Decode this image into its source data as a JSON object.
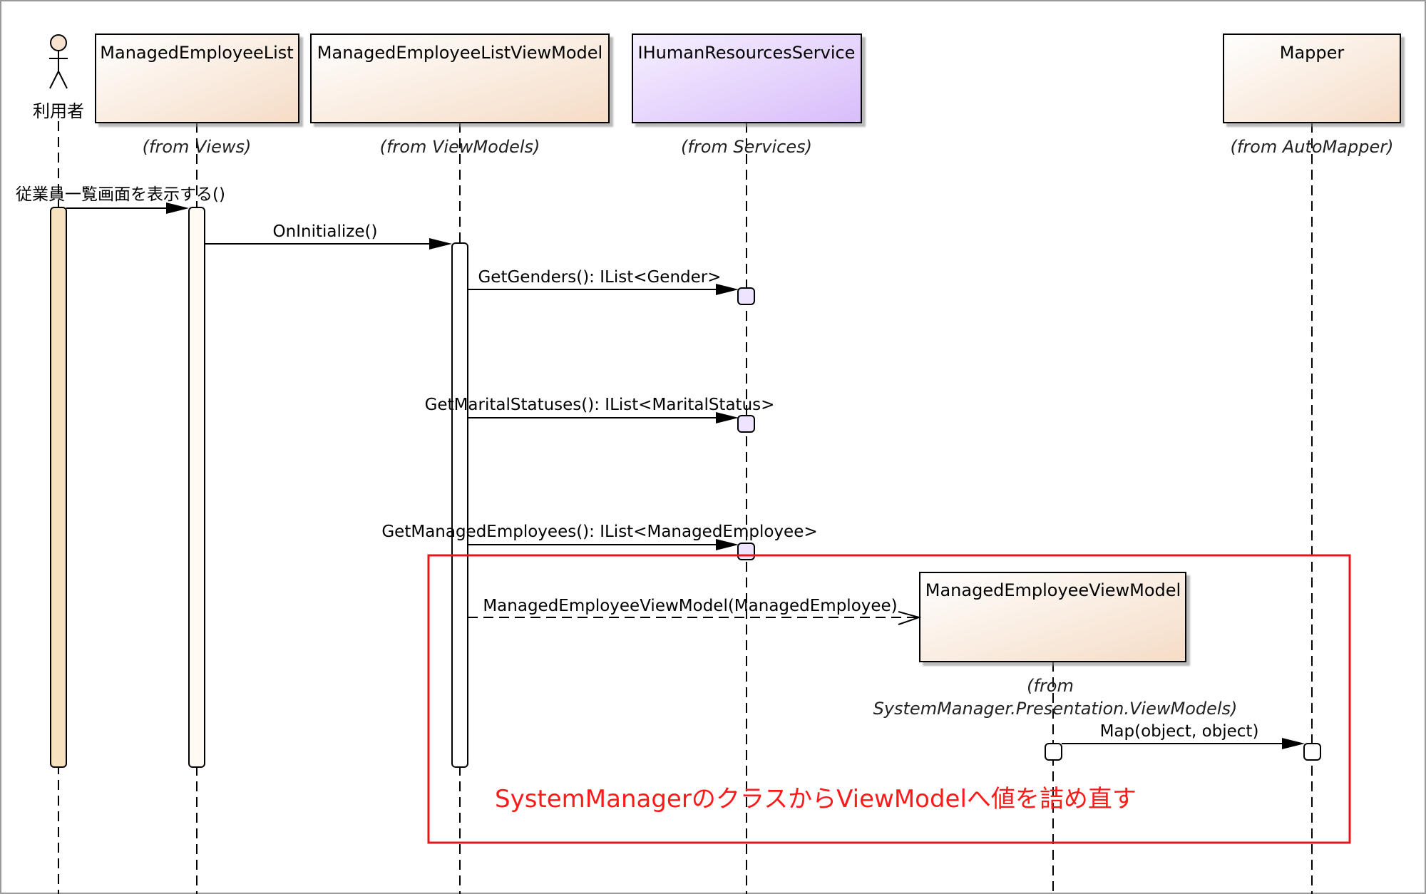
{
  "actor": {
    "label": "利用者"
  },
  "lifelines": [
    {
      "name": "ManagedEmployeeList",
      "from": "(from Views)"
    },
    {
      "name": "ManagedEmployeeListViewModel",
      "from": "(from ViewModels)"
    },
    {
      "name": "IHumanResourcesService",
      "from": "(from Services)"
    },
    {
      "name": "Mapper",
      "from": "(from AutoMapper)"
    }
  ],
  "created_object": {
    "name": "ManagedEmployeeViewModel",
    "from_line1": "(from",
    "from_line2": "SystemManager.Presentation.ViewModels)"
  },
  "messages": [
    {
      "label": "従業員一覧画面を表示する()"
    },
    {
      "label": "OnInitialize()"
    },
    {
      "label": "GetGenders(): IList<Gender>"
    },
    {
      "label": "GetMaritalStatuses(): IList<MaritalStatus>"
    },
    {
      "label": "GetManagedEmployees(): IList<ManagedEmployee>"
    },
    {
      "label": "ManagedEmployeeViewModel(ManagedEmployee)"
    },
    {
      "label": "Map(object, object)"
    }
  ],
  "note": {
    "text": "SystemManagerのクラスからViewModelへ値を詰め直す"
  },
  "colors": {
    "note_border": "#e8141b",
    "actor_activation": "#f7e2c0",
    "service_head": "#dcc8ff",
    "class_head": "#f7e1cf"
  }
}
